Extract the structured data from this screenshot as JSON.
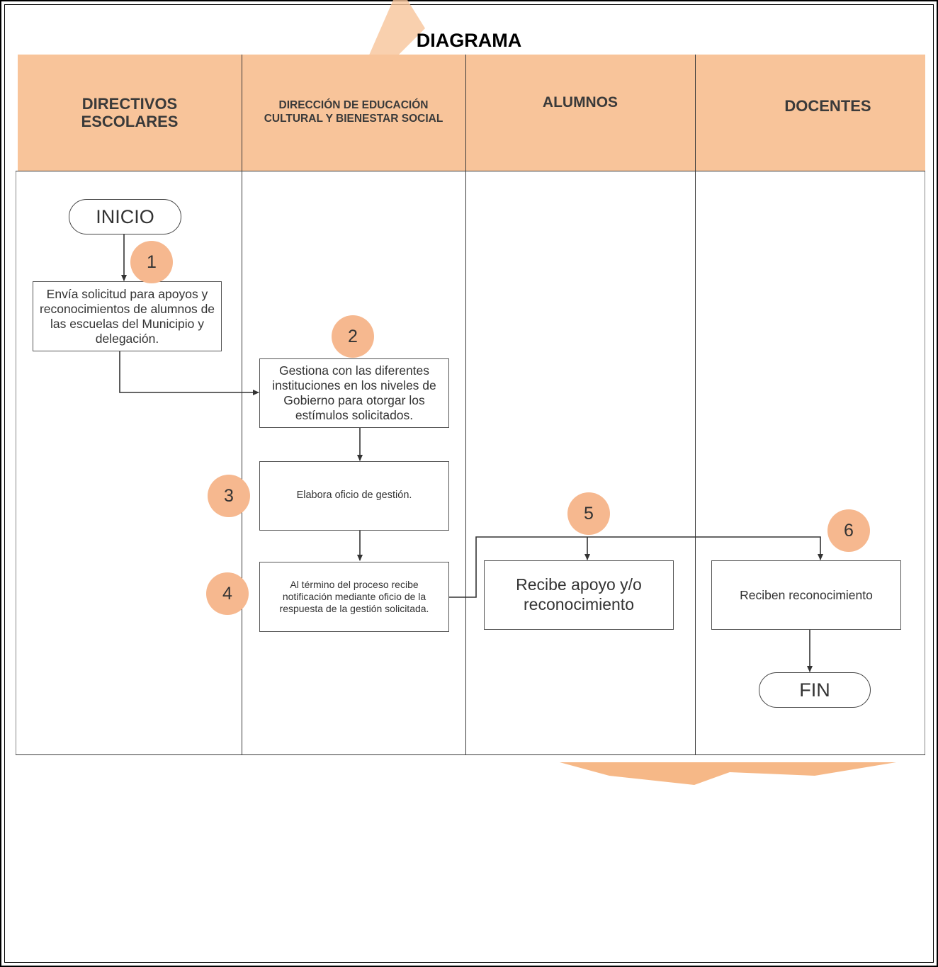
{
  "title": "DIAGRAMA",
  "colors": {
    "header_fill": "#f8c49a",
    "badge_fill": "#f6b88f",
    "line": "#3a3a3a"
  },
  "lanes": [
    {
      "label": "DIRECTIVOS ESCOLARES"
    },
    {
      "label": "DIRECCIÓN DE EDUCACIÓN CULTURAL Y BIENESTAR SOCIAL"
    },
    {
      "label": "ALUMNOS"
    },
    {
      "label": "DOCENTES"
    }
  ],
  "nodes": {
    "start": "INICIO",
    "step1": "Envía solicitud para apoyos y reconocimientos de alumnos de las escuelas del Municipio y delegación.",
    "step2": "Gestiona con las diferentes instituciones en los niveles de Gobierno para otorgar los estímulos solicitados.",
    "step3": "Elabora oficio de gestión.",
    "step4": "Al término del proceso recibe notificación mediante oficio de la respuesta de la gestión solicitada.",
    "step5": "Recibe apoyo y/o reconocimiento",
    "step6": "Reciben reconocimiento",
    "end": "FIN"
  },
  "badges": [
    "1",
    "2",
    "3",
    "4",
    "5",
    "6"
  ]
}
